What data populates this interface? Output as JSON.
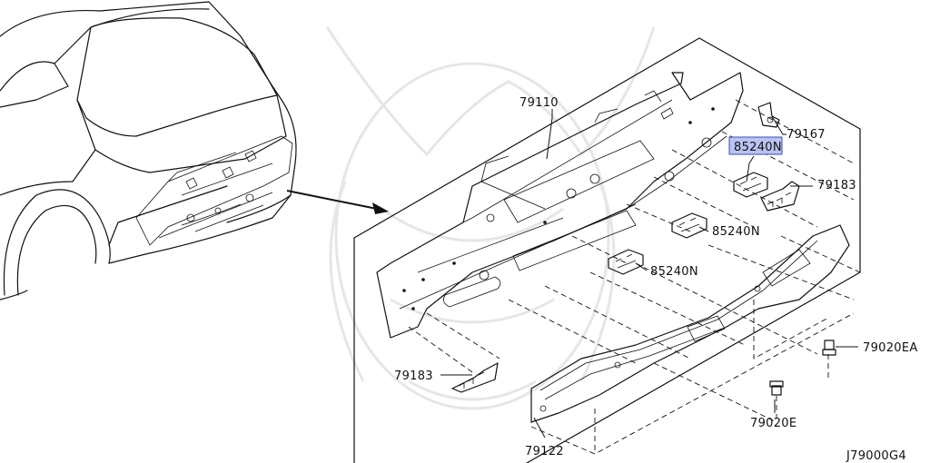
{
  "diagram": {
    "code": "J79000G4",
    "callouts": {
      "c79110": "79110",
      "c79167": "79167",
      "c85240_top": "85240N",
      "c79183_right": "79183",
      "c85240_mid": "85240N",
      "c85240_low": "85240N",
      "c79020EA": "79020EA",
      "c79183_left": "79183",
      "c79020E": "79020E",
      "c79122": "79122"
    },
    "highlighted_callout": "c85240_top",
    "highlight_color": "#b9c3ef"
  }
}
